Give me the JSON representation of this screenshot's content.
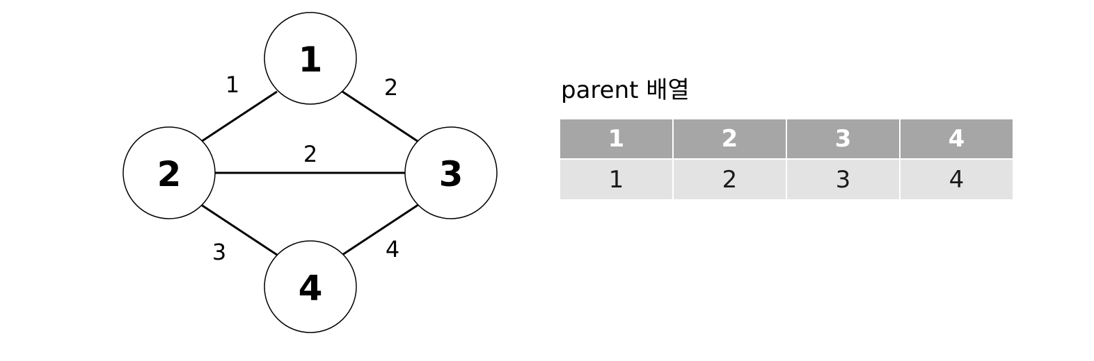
{
  "graph": {
    "nodes": [
      {
        "id": "1",
        "label": "1"
      },
      {
        "id": "2",
        "label": "2"
      },
      {
        "id": "3",
        "label": "3"
      },
      {
        "id": "4",
        "label": "4"
      }
    ],
    "edges": [
      {
        "from": "1",
        "to": "2",
        "weight": "1"
      },
      {
        "from": "1",
        "to": "3",
        "weight": "2"
      },
      {
        "from": "2",
        "to": "3",
        "weight": "2"
      },
      {
        "from": "2",
        "to": "4",
        "weight": "3"
      },
      {
        "from": "3",
        "to": "4",
        "weight": "4"
      }
    ]
  },
  "parent_array": {
    "title": "parent 배열",
    "indices": [
      "1",
      "2",
      "3",
      "4"
    ],
    "values": [
      "1",
      "2",
      "3",
      "4"
    ]
  },
  "colors": {
    "header_bg": "#a6a6a6",
    "header_text": "#ffffff",
    "cell_bg": "#e3e3e3",
    "cell_text": "#1a1a1a"
  }
}
